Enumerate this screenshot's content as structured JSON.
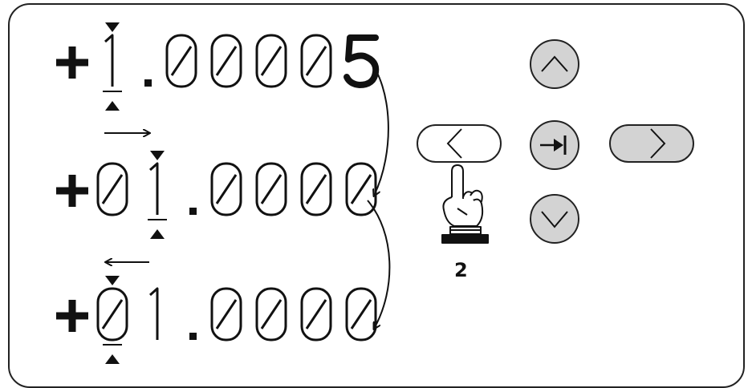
{
  "display": {
    "readings": [
      {
        "sign": "+",
        "digits": [
          "1",
          ".",
          "0",
          "0",
          "0",
          "0",
          "5"
        ],
        "active_index": 0,
        "bold_index": 6
      },
      {
        "sign": "+",
        "digits": [
          "0",
          "1",
          ".",
          "0",
          "0",
          "0",
          "0"
        ],
        "active_index": 1,
        "bold_index": -1
      },
      {
        "sign": "+",
        "digits": [
          "0",
          "1",
          ".",
          "0",
          "0",
          "0",
          "0"
        ],
        "active_index": 0,
        "bold_index": -1
      }
    ],
    "shift_arrows": [
      "right-arrow-icon",
      "left-arrow-icon"
    ],
    "step_arrows": [
      "curved-down-arrow-icon",
      "curved-down-arrow-icon"
    ]
  },
  "keypad": {
    "up_button": "chevron-up-icon",
    "down_button": "chevron-down-icon",
    "enter_button": "enter-tab-icon",
    "left_button": "chevron-left-icon",
    "right_button": "chevron-right-icon",
    "pressed_button": "left",
    "press_count": "2",
    "pointer_icon": "pointing-hand-icon"
  },
  "colors": {
    "outline": "#222222",
    "button_fill": "#d3d3d3",
    "background": "#ffffff"
  }
}
